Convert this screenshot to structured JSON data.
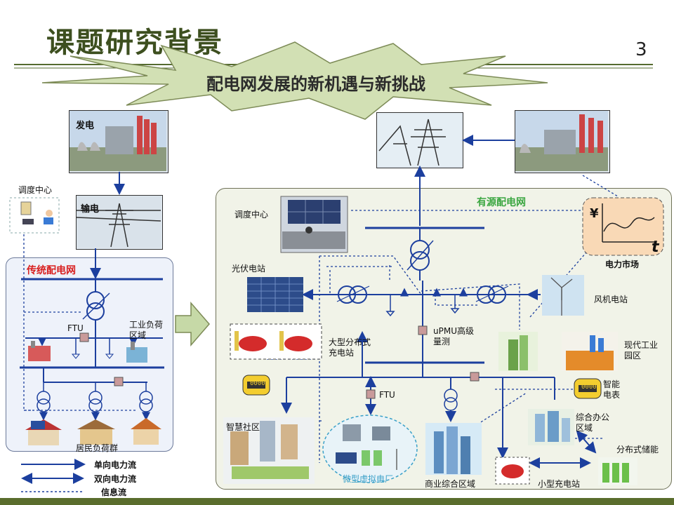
{
  "slide": {
    "title": "课题研究背景",
    "page_number": "3",
    "banner": "配电网发展的新机遇与新挑战"
  },
  "left": {
    "generation": "发电",
    "transmission": "输电",
    "dispatch_center": "调度中心",
    "traditional_network": "传统配电网",
    "ftu": "FTU",
    "industrial_load": "工业负荷区域",
    "residential_load": "居民负荷群"
  },
  "legend": {
    "one_way": "单向电力流",
    "two_way": "双向电力流",
    "info_flow": "信息流"
  },
  "right": {
    "active_network": "有源配电网",
    "dispatch_center": "调度中心",
    "power_market": "电力市场",
    "pv_station": "光伏电站",
    "wind_station": "风机电站",
    "large_charging": "大型分布式充电站",
    "upmu": "uPMU高级量测",
    "modern_industry": "现代工业园区",
    "smart_meter": "智能电表",
    "ftu": "FTU",
    "smart_community": "智慧社区",
    "virtual_plant": "微型虚拟电厂",
    "commercial_area": "商业综合区域",
    "office_area": "综合办公区域",
    "distributed_storage": "分布式储能",
    "small_charging": "小型充电站",
    "meter_display": "0000",
    "market_yen": "¥",
    "market_t": "t"
  },
  "colors": {
    "title": "#3d4f1f",
    "flow_line": "#1c3f9e",
    "red_label": "#d81e1e",
    "green_label": "#3aa640",
    "market_bg": "#f9d9b6"
  }
}
